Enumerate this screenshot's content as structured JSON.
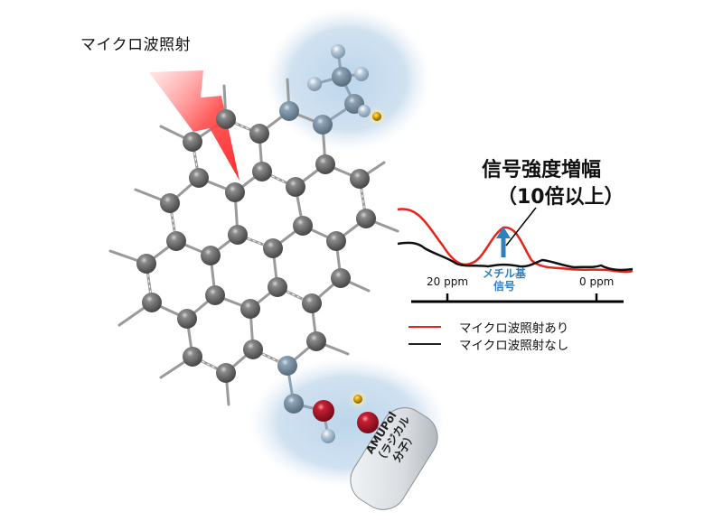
{
  "figure": {
    "microwave_label": "マイクロ波照射",
    "enhancement_title": "信号強度増幅",
    "enhancement_subtitle": "（10倍以上）",
    "methyl_signal_line1": "メチル基",
    "methyl_signal_line2": "信号",
    "radical": {
      "name": "AMUPol",
      "description": "（ラジカル分子）"
    },
    "colors": {
      "microwave_bolt": "#ff3b3b",
      "halo": "#b9d3ea",
      "carbon": "#6e6e6e",
      "functional_carbon": "#7f97ab",
      "oxygen": "#c0192c",
      "hydrogen": "#c9d8e6",
      "electron": "#d49a00",
      "signal_arrow": "#2f7fc1"
    }
  },
  "chart_data": {
    "type": "line",
    "title": "信号強度増幅（10倍以上）",
    "xlabel": "ppm",
    "ylabel": "",
    "x_ticks": [
      "20 ppm",
      "0 ppm"
    ],
    "xlim": [
      30,
      -4
    ],
    "annotation": "メチル基信号",
    "legend": [
      {
        "label": "マイクロ波照射あり",
        "color": "#e8231c"
      },
      {
        "label": "マイクロ波照射なし",
        "color": "#111111"
      }
    ],
    "series": [
      {
        "name": "マイクロ波照射あり",
        "x": [
          30,
          27,
          24,
          21,
          19,
          17,
          15,
          13,
          11,
          9,
          7,
          5,
          3,
          1,
          -1,
          -3
        ],
        "values": [
          0.8,
          0.65,
          0.25,
          0.0,
          0.05,
          0.3,
          0.62,
          0.4,
          0.08,
          0.02,
          0.05,
          0.03,
          0.02,
          0.01,
          -0.03,
          -0.08
        ]
      },
      {
        "name": "マイクロ波照射なし",
        "x": [
          30,
          27,
          24,
          21,
          19,
          17,
          15,
          13,
          11,
          9,
          7,
          5,
          3,
          1,
          -1,
          -3
        ],
        "values": [
          0.3,
          0.28,
          0.12,
          0.02,
          0.0,
          -0.01,
          0.03,
          -0.01,
          -0.02,
          0.08,
          0.03,
          0.0,
          0.02,
          -0.05,
          -0.04,
          -0.03
        ]
      }
    ]
  },
  "legend": {
    "with_mw": "マイクロ波照射あり",
    "without_mw": "マイクロ波照射なし"
  },
  "axis": {
    "tick_20": "20 ppm",
    "tick_0": "0 ppm"
  }
}
